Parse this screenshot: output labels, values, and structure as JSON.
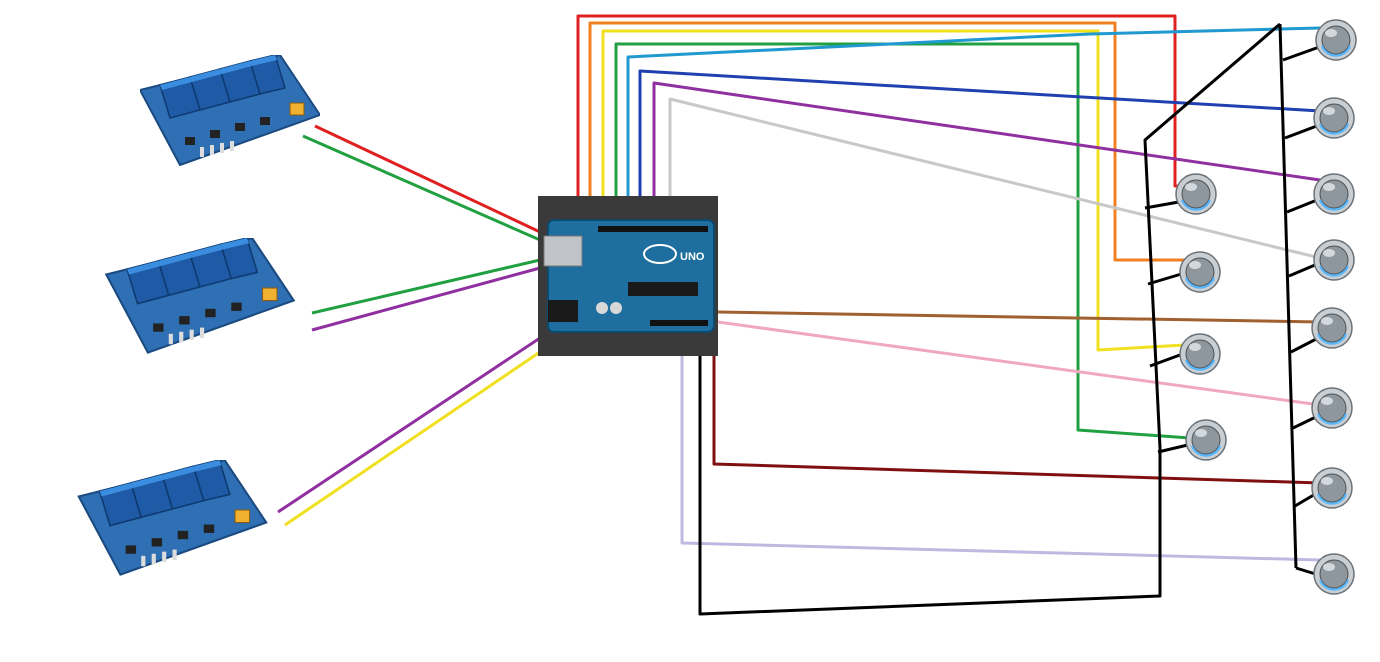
{
  "colors": {
    "background": "#ffffff",
    "relay_pcb": "#2f6fb3",
    "relay_block": "#1f5aa6",
    "arduino_bg": "#3a3a3a",
    "arduino_pcb": "#1e6f9f",
    "button_led": "#55b7ff",
    "wire_red": "#e02020",
    "wire_orange": "#f08020",
    "wire_yellow": "#f0e020",
    "wire_green": "#20a040",
    "wire_cyan": "#2098d0",
    "wire_blue": "#2040b0",
    "wire_purple": "#9030a0",
    "wire_gray": "#c8c8c8",
    "wire_brown": "#a06030",
    "wire_pink": "#f0a8c0",
    "wire_darkred": "#801010",
    "wire_lavender": "#c0b8e0",
    "wire_black": "#000000"
  },
  "components": {
    "relay_modules": [
      {
        "name": "relay-module-1",
        "channels": 4
      },
      {
        "name": "relay-module-2",
        "channels": 4
      },
      {
        "name": "relay-module-3",
        "channels": 4
      }
    ],
    "controller": {
      "name": "arduino-uno",
      "logo_text": "UNO"
    },
    "push_buttons": {
      "left_column": 4,
      "right_column": 8
    }
  }
}
